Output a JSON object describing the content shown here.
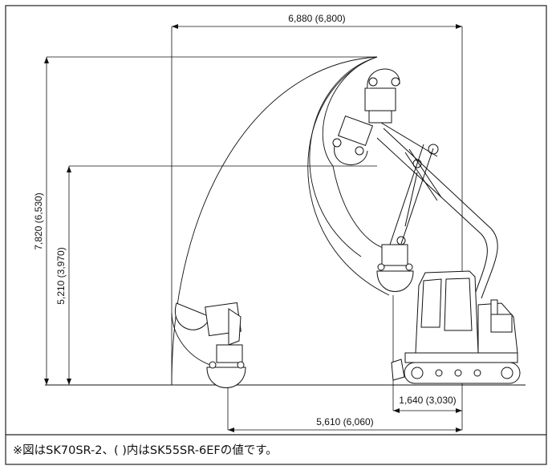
{
  "dimensions": {
    "max_reach_width": "6,880 (6,800)",
    "max_height": "7,820 (6,530)",
    "mid_height": "5,210 (3,970)",
    "tail_offset": "1,640 (3,030)",
    "min_radius": "5,610 (6,060)"
  },
  "note": "※図はSK70SR-2、( )内はSK55SR-6EFの値です。",
  "colors": {
    "line": "#111111",
    "background": "#ffffff",
    "frame": "#222222"
  }
}
